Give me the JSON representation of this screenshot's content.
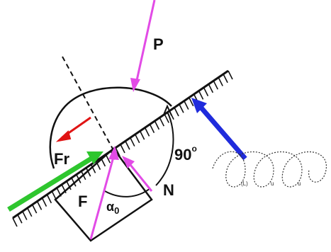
{
  "labels": {
    "P": "P",
    "Fr": "Fr",
    "F": "F",
    "N": "N",
    "alpha0": "α",
    "alpha0_sub": "0",
    "angle": "90",
    "angle_unit": "o"
  },
  "colors": {
    "pink": "#e24be6",
    "green": "#2ec62e",
    "blue": "#1f2bdc",
    "red": "#e01414",
    "ink": "#111111"
  },
  "spring_marks": [
    "(L)",
    "u",
    "u"
  ]
}
